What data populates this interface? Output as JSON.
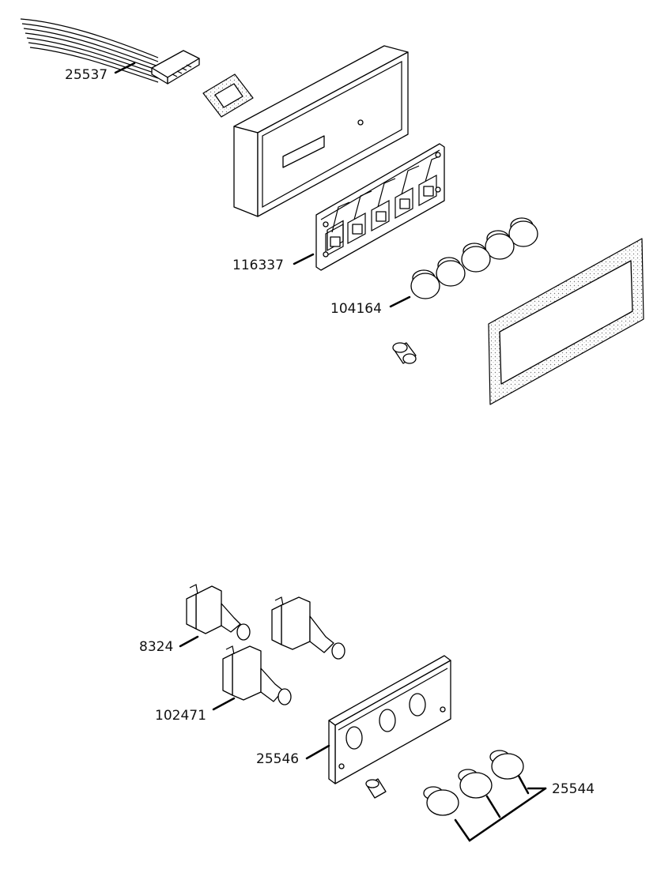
{
  "callouts": {
    "c25537": "25537",
    "c116337": "116337",
    "c104164": "104164",
    "c8324": "8324",
    "c102471": "102471",
    "c25546": "25546",
    "c25544": "25544"
  }
}
